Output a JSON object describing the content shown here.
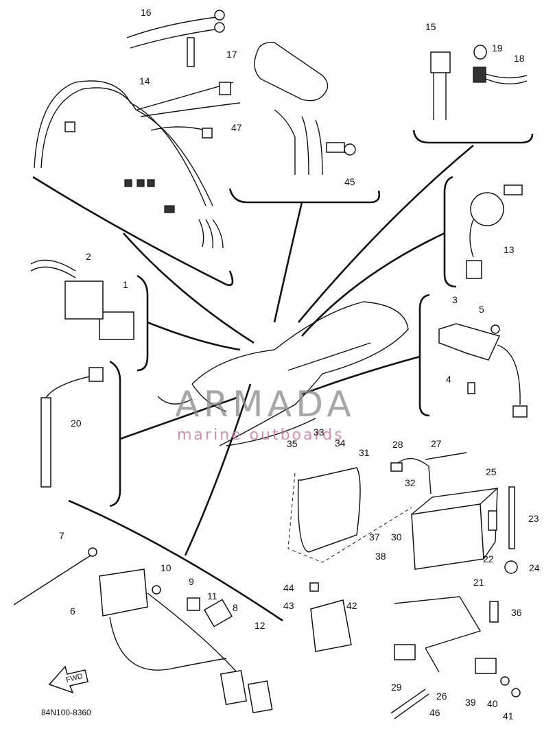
{
  "watermark": {
    "brand": "ARMADA",
    "tagline": "marine outboards"
  },
  "diagram_code": "84N100-8360",
  "fwd_label": "FWD",
  "callouts": [
    {
      "id": "c16",
      "text": "16"
    },
    {
      "id": "c17",
      "text": "17"
    },
    {
      "id": "c14",
      "text": "14"
    },
    {
      "id": "c47",
      "text": "47"
    },
    {
      "id": "c45",
      "text": "45"
    },
    {
      "id": "c15",
      "text": "15"
    },
    {
      "id": "c19",
      "text": "19"
    },
    {
      "id": "c18",
      "text": "18"
    },
    {
      "id": "c13",
      "text": "13"
    },
    {
      "id": "c2",
      "text": "2"
    },
    {
      "id": "c1",
      "text": "1"
    },
    {
      "id": "c3",
      "text": "3"
    },
    {
      "id": "c5",
      "text": "5"
    },
    {
      "id": "c4",
      "text": "4"
    },
    {
      "id": "c20",
      "text": "20"
    },
    {
      "id": "c33",
      "text": "33"
    },
    {
      "id": "c35",
      "text": "35"
    },
    {
      "id": "c34",
      "text": "34"
    },
    {
      "id": "c31",
      "text": "31"
    },
    {
      "id": "c28",
      "text": "28"
    },
    {
      "id": "c27",
      "text": "27"
    },
    {
      "id": "c25",
      "text": "25"
    },
    {
      "id": "c32",
      "text": "32"
    },
    {
      "id": "c23",
      "text": "23"
    },
    {
      "id": "c37",
      "text": "37"
    },
    {
      "id": "c30",
      "text": "30"
    },
    {
      "id": "c22",
      "text": "22"
    },
    {
      "id": "c38",
      "text": "38"
    },
    {
      "id": "c24",
      "text": "24"
    },
    {
      "id": "c21",
      "text": "21"
    },
    {
      "id": "c7",
      "text": "7"
    },
    {
      "id": "c10",
      "text": "10"
    },
    {
      "id": "c9",
      "text": "9"
    },
    {
      "id": "c11",
      "text": "11"
    },
    {
      "id": "c8",
      "text": "8"
    },
    {
      "id": "c6",
      "text": "6"
    },
    {
      "id": "c12",
      "text": "12"
    },
    {
      "id": "c44",
      "text": "44"
    },
    {
      "id": "c43",
      "text": "43"
    },
    {
      "id": "c42",
      "text": "42"
    },
    {
      "id": "c36",
      "text": "36"
    },
    {
      "id": "c29",
      "text": "29"
    },
    {
      "id": "c26",
      "text": "26"
    },
    {
      "id": "c39",
      "text": "39"
    },
    {
      "id": "c40",
      "text": "40"
    },
    {
      "id": "c41",
      "text": "41"
    },
    {
      "id": "c46",
      "text": "46"
    }
  ]
}
